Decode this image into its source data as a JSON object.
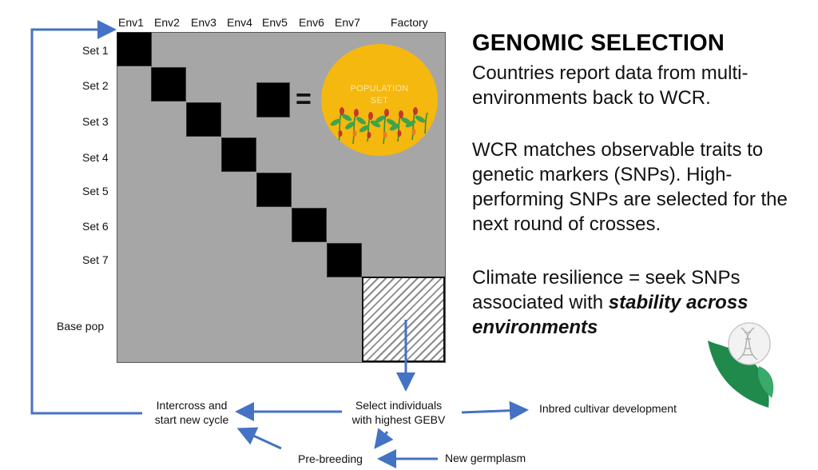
{
  "columns": [
    "Env1",
    "Env2",
    "Env3",
    "Env4",
    "Env5",
    "Env6",
    "Env7",
    "Factory"
  ],
  "rows": [
    "Set 1",
    "Set 2",
    "Set 3",
    "Set 4",
    "Set 5",
    "Set 6",
    "Set 7",
    "Base pop"
  ],
  "legend": {
    "equals": "=",
    "population_line1": "POPULATION",
    "population_line2": "SET"
  },
  "flow": {
    "select_line1": "Select individuals",
    "select_line2": "with highest GEBV",
    "intercross_line1": "Intercross and",
    "intercross_line2": "start new cycle",
    "inbred": "Inbred cultivar development",
    "prebreeding": "Pre-breeding",
    "germplasm": "New germplasm"
  },
  "panel": {
    "heading": "GENOMIC SELECTION",
    "para1": "Countries report data from multi-environments back to WCR.",
    "para2": "WCR matches observable traits to genetic markers (SNPs). High-performing SNPs are selected for the next round of crosses.",
    "para3_plain": "Climate resilience = seek SNPs associated with ",
    "para3_emph": "stability across environments"
  },
  "colors": {
    "arrow": "#4472c4",
    "grid": "#a6a6a6",
    "population": "#f5b80f",
    "leaf_dark": "#1f8a4c",
    "leaf_light": "#3aaa6b"
  }
}
